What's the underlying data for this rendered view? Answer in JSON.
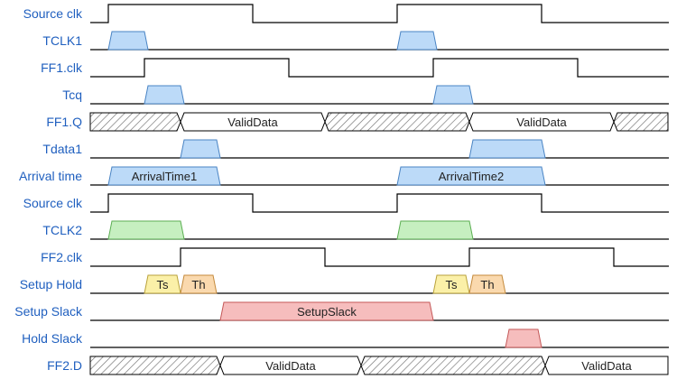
{
  "colors": {
    "label": "#1f5fbf",
    "line": "#000000",
    "blue_fill": "#bcdaf8",
    "blue_stroke": "#4a84c4",
    "green_fill": "#c6efc0",
    "green_stroke": "#5cae53",
    "yellow_fill": "#fbf0a8",
    "yellow_stroke": "#b9a23c",
    "orange_fill": "#fad9ae",
    "orange_stroke": "#c48a3c",
    "red_fill": "#f6bdbd",
    "red_stroke": "#c45858"
  },
  "signals": [
    {
      "label": "Source clk",
      "type": "clock",
      "initial": "low",
      "transitions": [
        1.0,
        9.0,
        17.0,
        25.0
      ]
    },
    {
      "label": "TCLK1",
      "type": "pulses",
      "color": "blue",
      "pulses": [
        {
          "start": 1.0,
          "end": 3.2
        },
        {
          "start": 17.0,
          "end": 19.2
        }
      ]
    },
    {
      "label": "FF1.clk",
      "type": "clock",
      "initial": "low",
      "transitions": [
        3.0,
        11.0,
        19.0,
        27.0
      ]
    },
    {
      "label": "Tcq",
      "type": "pulses",
      "color": "blue",
      "pulses": [
        {
          "start": 3.0,
          "end": 5.2
        },
        {
          "start": 19.0,
          "end": 21.2
        }
      ]
    },
    {
      "label": "FF1.Q",
      "type": "bus",
      "segments": [
        {
          "kind": "x",
          "start": -0.1,
          "end": 5.0
        },
        {
          "kind": "data",
          "start": 5.0,
          "end": 13.0,
          "text": "ValidData"
        },
        {
          "kind": "x",
          "start": 13.0,
          "end": 21.0
        },
        {
          "kind": "data",
          "start": 21.0,
          "end": 29.0,
          "text": "ValidData"
        },
        {
          "kind": "x",
          "start": 29.0,
          "end": 32.0
        }
      ]
    },
    {
      "label": "Tdata1",
      "type": "pulses",
      "color": "blue",
      "pulses": [
        {
          "start": 5.0,
          "end": 7.2
        },
        {
          "start": 21.0,
          "end": 25.2
        }
      ]
    },
    {
      "label": "Arrival time",
      "type": "pulses",
      "color": "blue",
      "pulses": [
        {
          "start": 1.0,
          "end": 7.2,
          "text": "ArrivalTime1"
        },
        {
          "start": 17.0,
          "end": 25.2,
          "text": "ArrivalTime2"
        }
      ]
    },
    {
      "label": "Source clk",
      "type": "clock",
      "initial": "low",
      "transitions": [
        1.0,
        9.0,
        17.0,
        25.0
      ]
    },
    {
      "label": "TCLK2",
      "type": "pulses",
      "color": "green",
      "pulses": [
        {
          "start": 1.0,
          "end": 5.2
        },
        {
          "start": 17.0,
          "end": 21.2
        }
      ]
    },
    {
      "label": "FF2.clk",
      "type": "clock",
      "initial": "low",
      "transitions": [
        5.0,
        13.0,
        21.0,
        29.0
      ]
    },
    {
      "label": "Setup Hold",
      "type": "pulses",
      "pulses": [
        {
          "start": 3.0,
          "end": 5.0,
          "text": "Ts",
          "color": "yellow"
        },
        {
          "start": 5.0,
          "end": 7.0,
          "text": "Th",
          "color": "orange"
        },
        {
          "start": 19.0,
          "end": 21.0,
          "text": "Ts",
          "color": "yellow"
        },
        {
          "start": 21.0,
          "end": 23.0,
          "text": "Th",
          "color": "orange"
        }
      ]
    },
    {
      "label": "Setup Slack",
      "type": "pulses",
      "color": "red",
      "pulses": [
        {
          "start": 7.2,
          "end": 19.0,
          "text": "SetupSlack"
        }
      ]
    },
    {
      "label": "Hold Slack",
      "type": "pulses",
      "color": "red",
      "pulses": [
        {
          "start": 23.0,
          "end": 25.0
        }
      ]
    },
    {
      "label": "FF2.D",
      "type": "bus",
      "segments": [
        {
          "kind": "x",
          "start": -0.1,
          "end": 7.2
        },
        {
          "kind": "data",
          "start": 7.2,
          "end": 15.0,
          "text": "ValidData"
        },
        {
          "kind": "x",
          "start": 15.0,
          "end": 25.2
        },
        {
          "kind": "data",
          "start": 25.2,
          "end": 32.0,
          "text": "ValidData"
        }
      ]
    }
  ]
}
